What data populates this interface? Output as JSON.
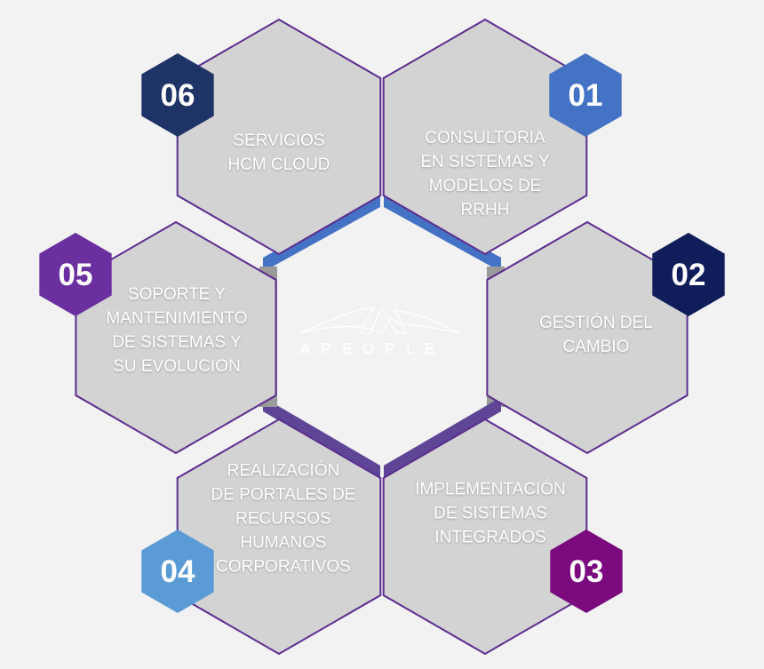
{
  "logo": {
    "text": "APEOPLE"
  },
  "colors": {
    "background": "#f2f2f2",
    "hex_fill": "#d3d3d3",
    "hex_stroke": "#5b2d8e",
    "connector_blue": "#4472c4",
    "connector_purple": "#5e4596",
    "connector_gray": "#9a9a9a"
  },
  "items": [
    {
      "number": "01",
      "badge_color": "#4472c4",
      "lines": [
        "CONSULTORIA",
        "EN SISTEMAS Y",
        "MODELOS DE",
        "RRHH"
      ]
    },
    {
      "number": "02",
      "badge_color": "#0f1e5a",
      "lines": [
        "GESTIÓN DEL",
        "CAMBIO"
      ]
    },
    {
      "number": "03",
      "badge_color": "#7b0a7e",
      "lines": [
        "IMPLEMENTACIÓN",
        "DE SISTEMAS",
        "INTEGRADOS"
      ]
    },
    {
      "number": "04",
      "badge_color": "#5b9bd5",
      "lines": [
        "REALIZACIÓN",
        "DE PORTALES DE",
        "RECURSOS",
        "HUMANOS",
        "CORPORATIVOS"
      ]
    },
    {
      "number": "05",
      "badge_color": "#6b2fa0",
      "lines": [
        "SOPORTE Y",
        "MANTENIMIENTO",
        "DE SISTEMAS Y",
        "SU EVOLUCION"
      ]
    },
    {
      "number": "06",
      "badge_color": "#1f3466",
      "lines": [
        "SERVICIOS",
        "HCM CLOUD"
      ]
    }
  ]
}
